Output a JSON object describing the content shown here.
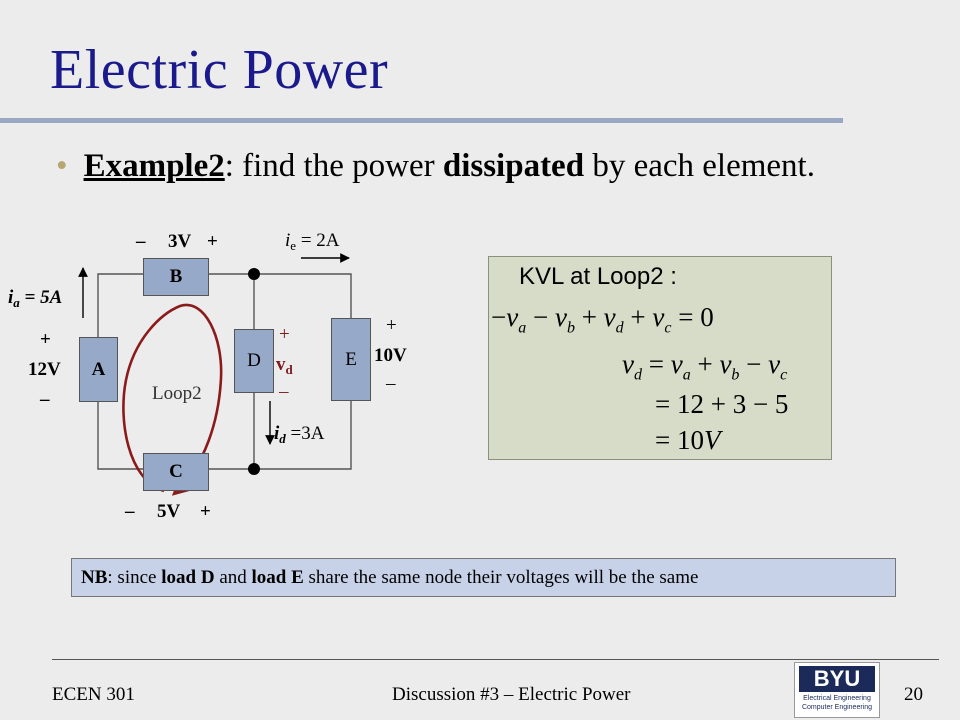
{
  "slide": {
    "title": "Electric Power",
    "bullet": {
      "term": "Example2",
      "text_before": ": find the power ",
      "emphasis": "dissipated",
      "text_after": " by each element."
    }
  },
  "circuit": {
    "components": {
      "a": "A",
      "b": "B",
      "c": "C",
      "d": "D",
      "e": "E"
    },
    "ia": {
      "symbol": "i",
      "sub": "a",
      "value": " = 5A"
    },
    "a_voltage": {
      "plus": "+",
      "value": "12V",
      "minus": "–"
    },
    "b_voltage": {
      "minus": "–",
      "value": "3V",
      "plus": "+"
    },
    "c_voltage": {
      "minus": "–",
      "value": "5V",
      "plus": "+"
    },
    "ie": {
      "symbol": "i",
      "sub": "e",
      "value": " = 2A"
    },
    "d_voltage": {
      "plus": "+",
      "symbol": "v",
      "sub": "d",
      "minus": "–"
    },
    "id": {
      "symbol": "i",
      "sub": "d",
      "value": " =3A"
    },
    "e_voltage": {
      "plus": "+",
      "value": "10V",
      "minus": "–"
    },
    "loop_label": "Loop2"
  },
  "kvl": {
    "heading": "KVL at Loop2 :",
    "line1": {
      "pre": "−",
      "v1": "v",
      "s1": "a",
      "op1": " − ",
      "v2": "v",
      "s2": "b",
      "op2": " + ",
      "v3": "v",
      "s3": "d",
      "op3": " + ",
      "v4": "v",
      "s4": "c",
      "rhs": " = 0"
    },
    "line2": {
      "v0": "v",
      "s0": "d",
      "eq": " = ",
      "v1": "v",
      "s1": "a",
      "op1": " + ",
      "v2": "v",
      "s2": "b",
      "op2": " − ",
      "v3": "v",
      "s3": "c"
    },
    "line3": "= 12 + 3 − 5",
    "line4": {
      "eq": "= 10",
      "unit": "V"
    }
  },
  "note": {
    "prefix": "NB",
    "t1": ": since ",
    "b1": "load D",
    "t2": " and ",
    "b2": "load E",
    "t3": " share the same node their voltages will be the same"
  },
  "footer": {
    "course": "ECEN 301",
    "center": "Discussion #3 – Electric Power",
    "page": "20"
  },
  "logo": {
    "word": "BYU",
    "line1": "Electrical Engineering",
    "line2": "Computer Engineering"
  },
  "colors": {
    "title": "#1a1a8c",
    "component_fill": "#97a9c8",
    "loop_arrow": "#8b1a1a",
    "kvl_bg": "#d6dcc7",
    "note_bg": "#c7d2e8"
  }
}
